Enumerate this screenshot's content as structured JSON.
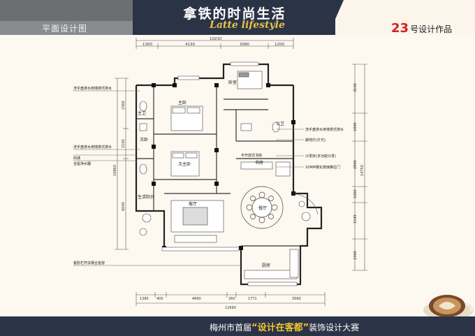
{
  "header": {
    "section_title": "平面设计图",
    "brand_cn": "拿铁的时尚生活",
    "brand_en": "Latte lifestyle",
    "entry_number": "23",
    "entry_suffix": "号设计作品"
  },
  "floorplan": {
    "top_dims": [
      "10210",
      "1300",
      "4130",
      "3080",
      "1200"
    ],
    "bottom_dims": [
      "1380",
      "400",
      "4660",
      "260",
      "1771",
      "3560",
      "12690"
    ],
    "left_dims": [
      "10860",
      "2360",
      "2160",
      "6040"
    ],
    "right_dims": [
      "14750",
      "3100",
      "1840",
      "2840",
      "1000",
      "1549",
      "2300"
    ],
    "rooms": [
      "卧室",
      "主卧",
      "次主卧",
      "次卧",
      "书房",
      "客厅",
      "餐厅",
      "厨房",
      "公卫",
      "主卫",
      "生活阳台"
    ],
    "annotations": [
      "洗手盘排水用墙排式排水",
      "洗手盘排水用墙排式排水",
      "四通",
      "全屋净水器",
      "洗手盘排水用墙排式排水",
      "踢地灯(灯光)",
      "沙发床(多功能沙发)",
      "10MM钢化玻璃推拉门",
      "半开放式书房",
      "客卧栏杆扶钢合金窗"
    ]
  },
  "footer": {
    "prefix": "梅州市首届",
    "open_quote": "“",
    "highlight": "设计在客都",
    "close_quote": "”",
    "suffix": "装饰设计大赛"
  },
  "colors": {
    "banner": "#2b3446",
    "gold": "#e8c24a",
    "red": "#d42020",
    "grey": "#6d6e70"
  }
}
